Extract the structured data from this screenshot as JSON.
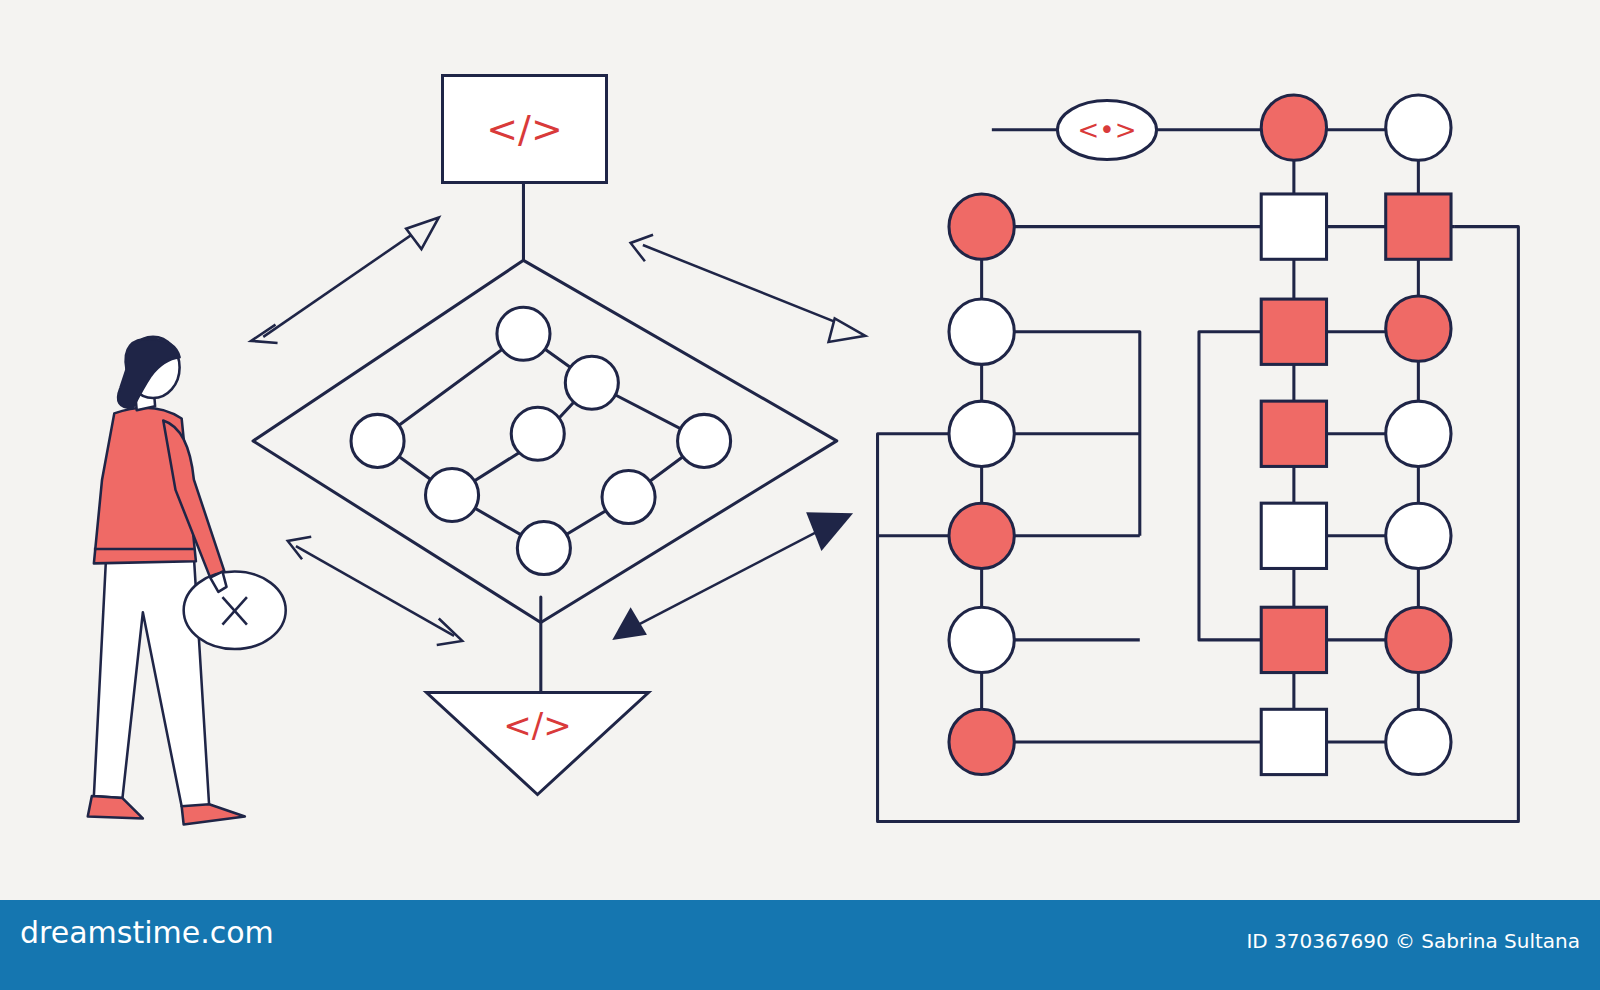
{
  "diagram": {
    "nodes": [
      {
        "text": [
          "</>"
        ]
      },
      {
        "text": [
          "</>"
        ]
      },
      {
        "text": [
          "<•>"
        ]
      }
    ],
    "labels": [
      "dreamstime.com",
      "ID 370367690 © Sabrina Sultana"
    ]
  }
}
